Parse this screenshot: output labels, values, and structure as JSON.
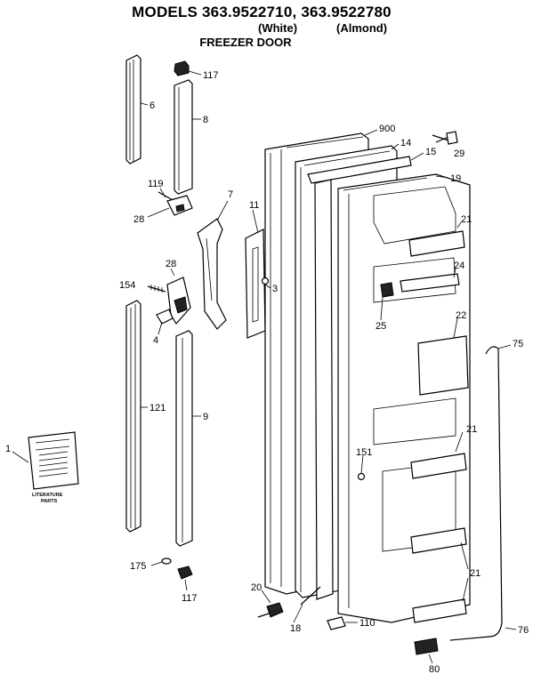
{
  "header": {
    "title": "MODELS 363.9522710, 363.9522780",
    "variant_white": "(White)",
    "variant_almond": "(Almond)",
    "subtitle": "FREEZER DOOR"
  },
  "literature": {
    "line1": "LITERATURE",
    "line2": "PARTS"
  },
  "callouts": [
    "6",
    "117",
    "8",
    "119",
    "28",
    "7",
    "11",
    "900",
    "14",
    "15",
    "29",
    "19",
    "21",
    "24",
    "154",
    "28",
    "3",
    "4",
    "25",
    "22",
    "75",
    "121",
    "9",
    "21",
    "151",
    "1",
    "175",
    "117",
    "20",
    "18",
    "110",
    "21",
    "76",
    "80"
  ]
}
